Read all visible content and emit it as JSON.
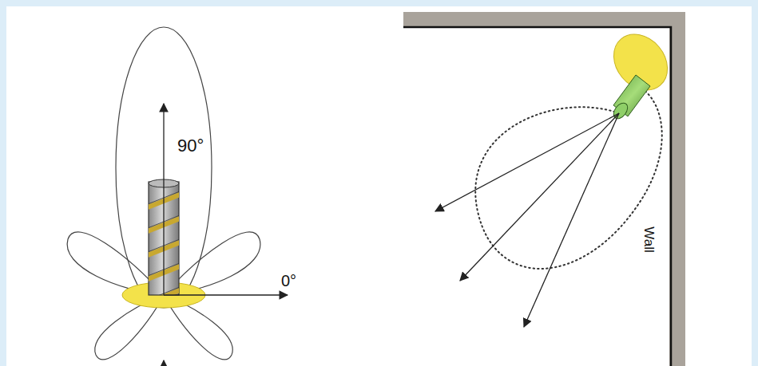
{
  "diagram": {
    "labels": [
      "90°",
      "0°",
      "Wall"
    ]
  }
}
